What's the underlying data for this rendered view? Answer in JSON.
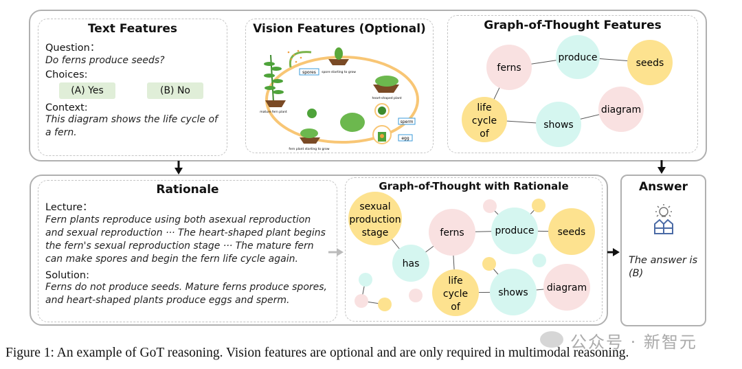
{
  "text_features": {
    "title": "Text Features",
    "question_label": "Question：",
    "question": "Do ferns produce seeds?",
    "choices_label": "Choices:",
    "choices": [
      "(A) Yes",
      "(B) No"
    ],
    "context_label": "Context:",
    "context": "This diagram shows the life cycle of a fern."
  },
  "vision_features": {
    "title": "Vision Features (Optional)",
    "labels": {
      "spores": "spores",
      "spore_grow": "spore starting to grow",
      "heart": "heart-shaped plant",
      "mature": "mature fern plant",
      "fern_grow": "fern plant starting to grow",
      "sperm": "sperm",
      "egg": "egg"
    }
  },
  "got_features": {
    "title": "Graph-of-Thought Features",
    "nodes": {
      "ferns": "ferns",
      "produce": "produce",
      "seeds": "seeds",
      "life": [
        "life",
        "cycle",
        "of"
      ],
      "shows": "shows",
      "diagram": "diagram"
    }
  },
  "rationale": {
    "title": "Rationale",
    "lecture_label": "Lecture：",
    "lecture": "Fern plants reproduce using both asexual reproduction and sexual reproduction ··· The heart-shaped plant begins the fern's sexual reproduction stage ··· The mature fern can make spores and begin the fern life cycle again.",
    "solution_label": "Solution:",
    "solution": "Ferns do not produce seeds. Mature ferns produce spores, and heart-shaped plants produce eggs and sperm."
  },
  "got_rationale": {
    "title": "Graph-of-Thought with Rationale",
    "nodes": {
      "sexual": [
        "sexual",
        "production",
        "stage"
      ],
      "has": "has",
      "ferns": "ferns",
      "produce": "produce",
      "seeds": "seeds",
      "life": [
        "life",
        "cycle",
        "of"
      ],
      "shows": "shows",
      "diagram": "diagram"
    }
  },
  "answer": {
    "title": "Answer",
    "icon": "idea-person-icon",
    "text": "The answer is (B)"
  },
  "caption": "Figure 1: An example of GoT reasoning. Vision features are optional and are only required in multimodal reasoning.",
  "watermark": "公众号 · 新智元",
  "colors": {
    "pink": "#f9e1e1",
    "cyan": "#d5f6f0",
    "yellow": "#fde28f",
    "choice": "#e0eed8"
  }
}
